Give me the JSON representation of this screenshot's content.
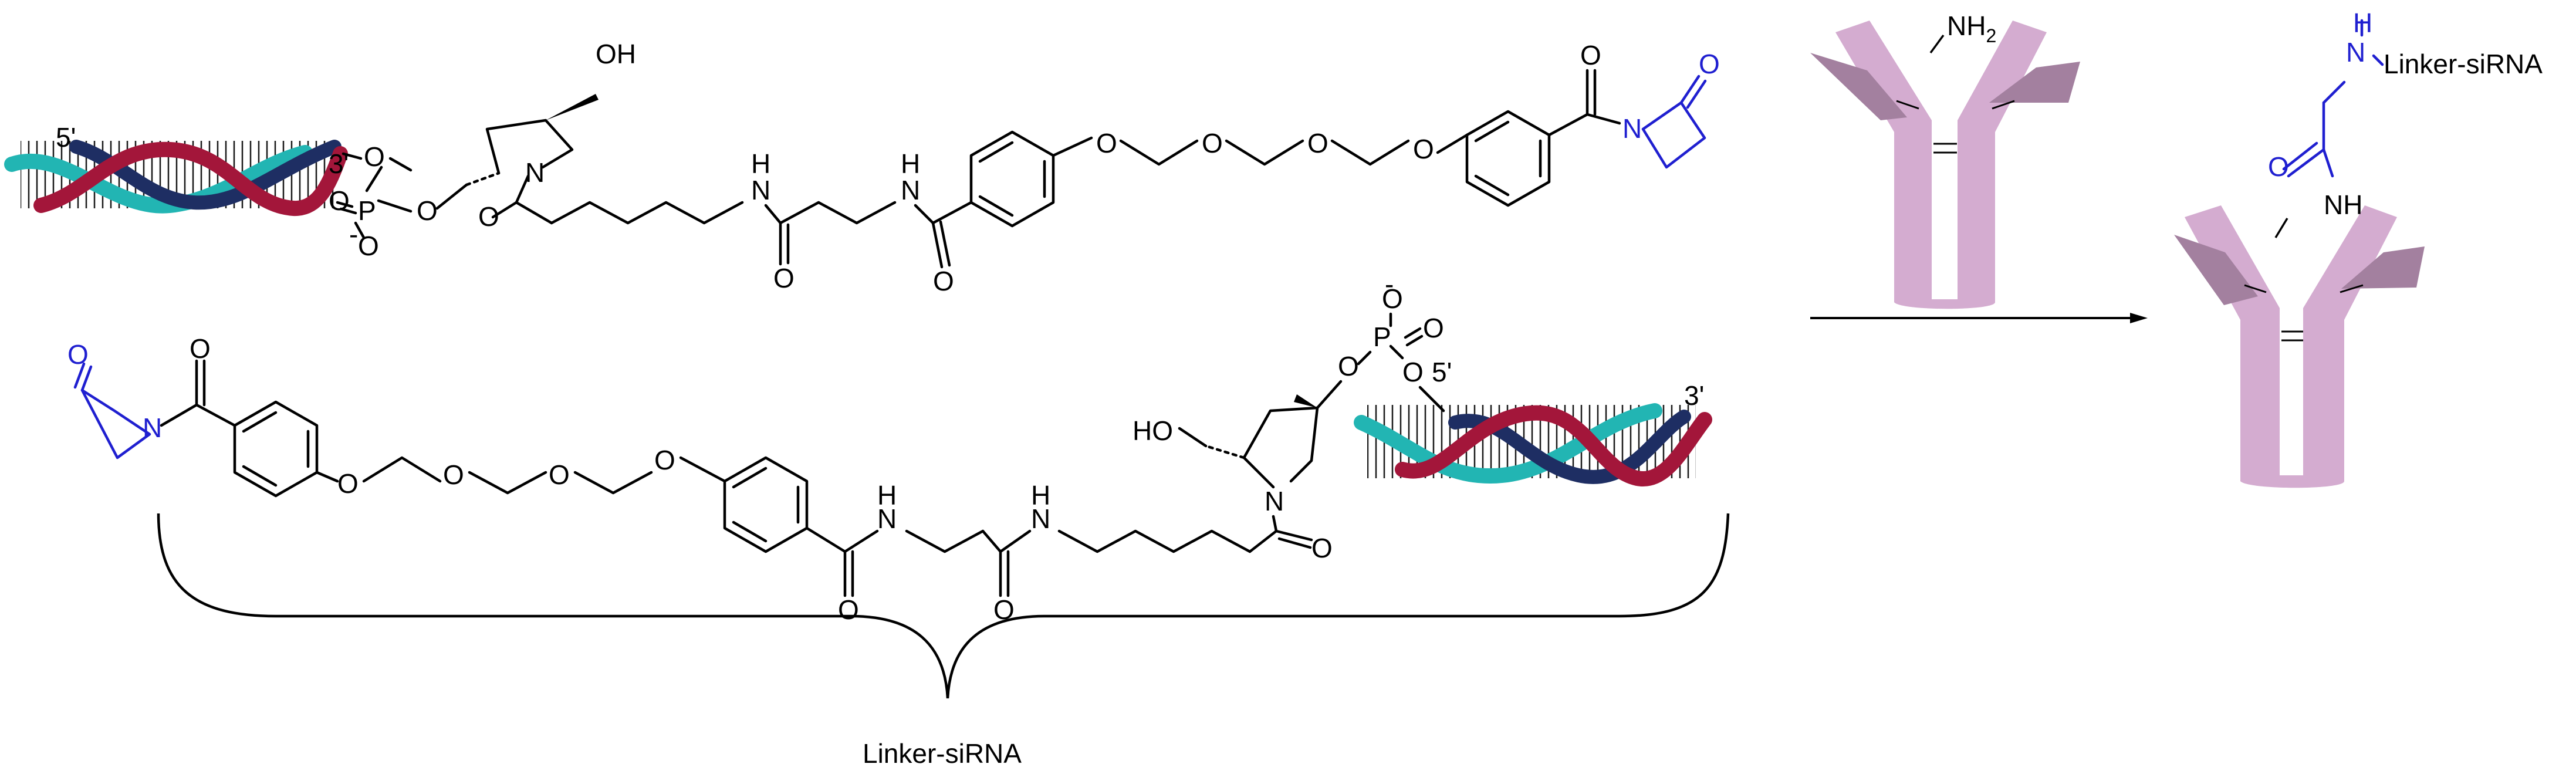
{
  "labels": {
    "strand1_5prime": "5'",
    "strand1_3prime": "3'",
    "strand2_5prime": "5'",
    "strand2_3prime": "3'",
    "hydroxyl_top": "OH",
    "hydroxymethyl_bottom": "HO",
    "amine_on_antibody": "NH",
    "amine_subscript": "2",
    "product_amine": "N",
    "product_amine_h": "H",
    "product_linker_label": "Linker-siRNA",
    "product_amide_nh": "NH",
    "brace_caption": "Linker-siRNA"
  },
  "atoms": {
    "O": "O",
    "N": "N",
    "P": "P",
    "H": "H",
    "minus": "-"
  },
  "colors": {
    "helix_teal": "#22b5b3",
    "helix_crimson": "#a3163a",
    "helix_navy": "#1e2e63",
    "lactam_blue": "#1f1fd0",
    "antibody_light": "#d4acd0",
    "antibody_dark": "#a3809f",
    "ink": "#000000"
  }
}
